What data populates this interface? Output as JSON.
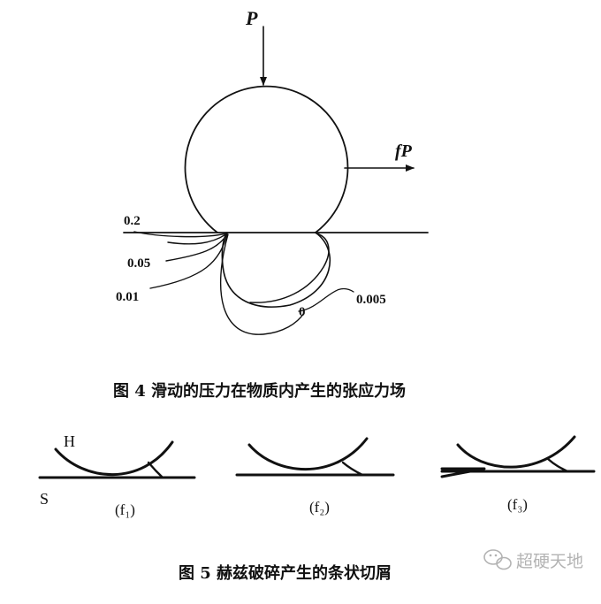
{
  "figure4": {
    "load_label": "P",
    "friction_label": "fP",
    "contour_labels": [
      "0.2",
      "0.05",
      "0.01",
      "0",
      "0.005"
    ],
    "caption": "图 4   滑动的压力在物质内产生的张应力场"
  },
  "figure5": {
    "h_label": "H",
    "s_label": "S",
    "panel_labels": [
      "(f₁)",
      "(f₂)",
      "(f₃)"
    ],
    "caption": "图 5   赫兹破碎产生的条状切屑"
  },
  "watermark": {
    "icon": "wechat-icon",
    "text": "超硬天地"
  }
}
